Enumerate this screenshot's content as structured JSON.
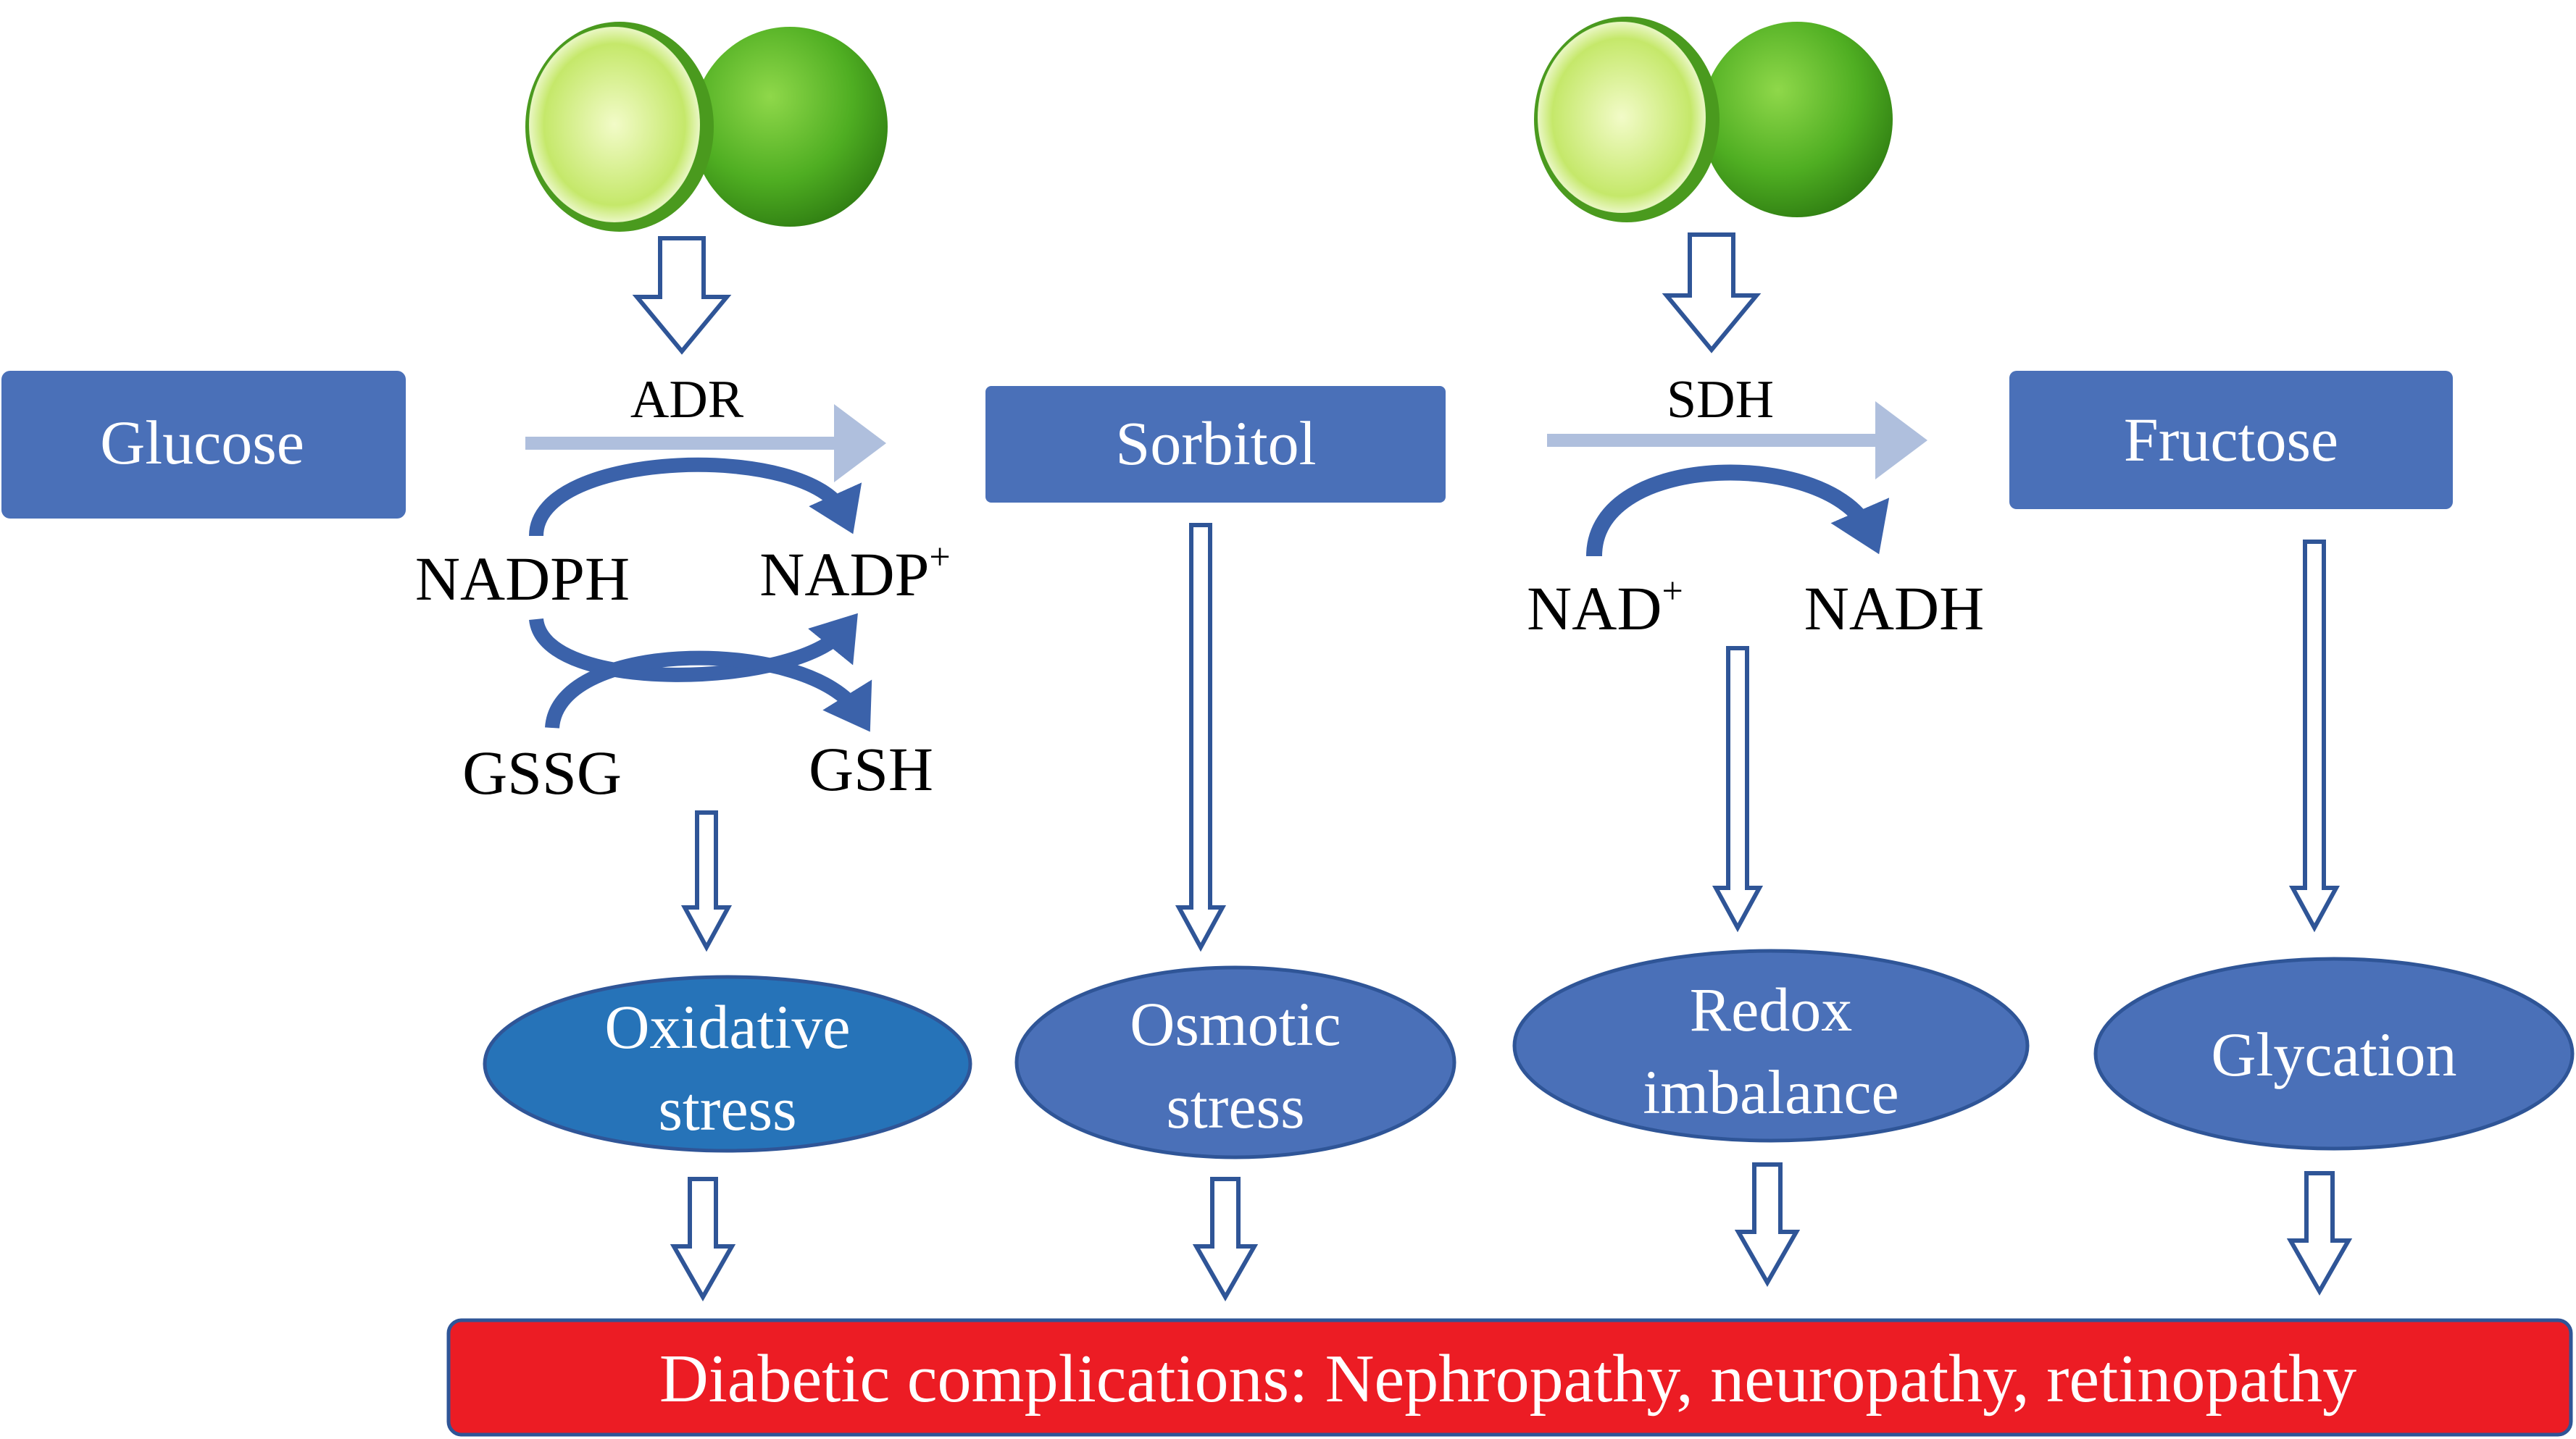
{
  "nodes": {
    "glucose": "Glucose",
    "sorbitol": "Sorbitol",
    "fructose": "Fructose"
  },
  "enzymes": {
    "adr": "ADR",
    "sdh": "SDH"
  },
  "cofactors": {
    "nadph": "NADPH",
    "nadp_plus": {
      "base": "NADP",
      "sup": "+"
    },
    "gssg": "GSSG",
    "gsh": "GSH",
    "nad_plus": {
      "base": "NAD",
      "sup": "+"
    },
    "nadh": "NADH"
  },
  "effects": {
    "oxidative": {
      "line1": "Oxidative",
      "line2": "stress"
    },
    "osmotic": {
      "line1": "Osmotic",
      "line2": "stress"
    },
    "redox": {
      "line1": "Redox",
      "line2": "imbalance"
    },
    "glycation": {
      "line1": "Glycation"
    }
  },
  "outcome": "Diabetic complications: Nephropathy, neuropathy, retinopathy",
  "images": [
    "lime-fruit",
    "lime-fruit"
  ],
  "colors": {
    "box_blue": "#4A70B8",
    "oxidative_blue": "#2673B8",
    "arrow_outline": "#2F5597",
    "reaction_arrow": "#AFBFDD",
    "curve_arrow": "#3B62AA",
    "outcome_red": "#EC1C24",
    "lime_green": "#5DBB2E"
  }
}
